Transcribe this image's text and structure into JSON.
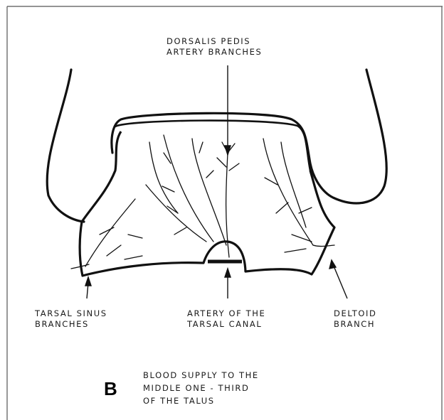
{
  "labels": {
    "dorsalis": [
      "DORSALIS PEDIS",
      "ARTERY BRANCHES"
    ],
    "tarsal_sinus": [
      "TARSAL SINUS",
      "BRANCHES"
    ],
    "tarsal_canal": [
      "ARTERY OF THE",
      "TARSAL CANAL"
    ],
    "deltoid": [
      "DELTOID",
      "BRANCH"
    ]
  },
  "figure_letter": "B",
  "caption": [
    "BLOOD SUPPLY TO THE",
    "MIDDLE  ONE - THIRD",
    "OF  THE  TALUS"
  ],
  "colors": {
    "ink": "#111111",
    "background": "#ffffff",
    "border": "#444444"
  }
}
